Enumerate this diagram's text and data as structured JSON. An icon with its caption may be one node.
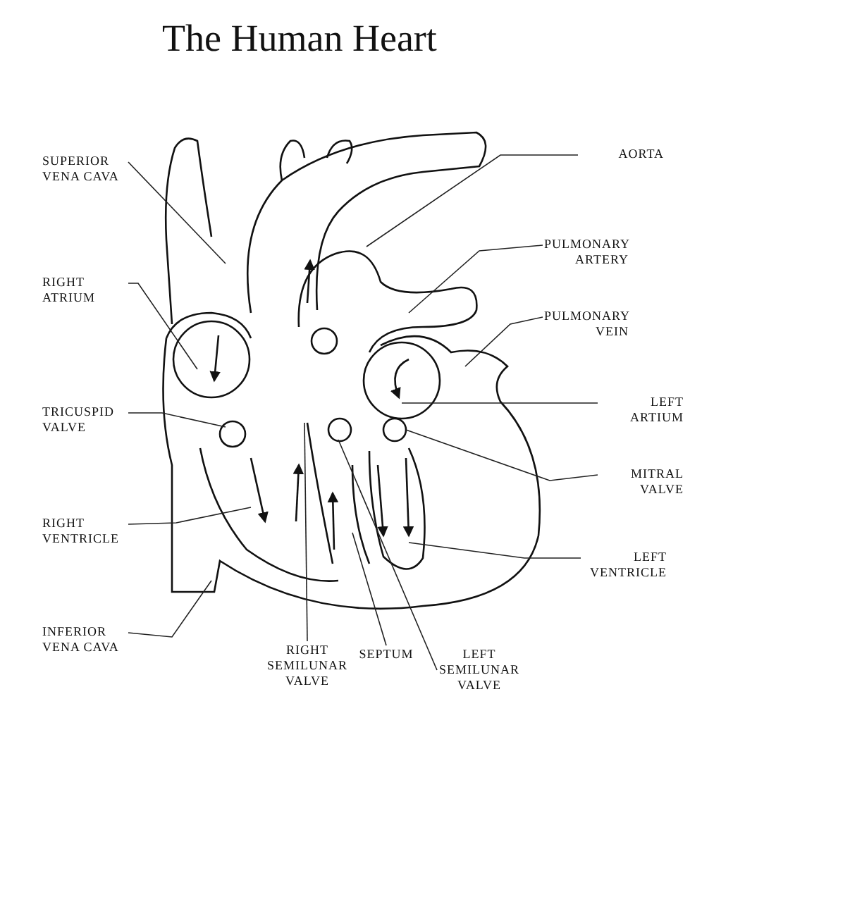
{
  "diagram": {
    "title": "The Human Heart",
    "nodes": [
      {
        "text": [
          "SUPERIOR VENA CAVA"
        ]
      },
      {
        "text": [
          "AORTA"
        ]
      },
      {
        "text": [
          "PULMONARY ARTERY"
        ]
      },
      {
        "text": [
          "RIGHT ATRIUM"
        ]
      },
      {
        "text": [
          "PULMONARY VEIN"
        ]
      },
      {
        "text": [
          "TRICUSPID VALVE"
        ]
      },
      {
        "text": [
          "LEFT ARTIUM"
        ]
      },
      {
        "text": [
          "MITRAL VALVE"
        ]
      },
      {
        "text": [
          "RIGHT VENTRICLE"
        ]
      },
      {
        "text": [
          "LEFT VENTRICLE"
        ]
      },
      {
        "text": [
          "INFERIOR VENA CAVA"
        ]
      },
      {
        "text": [
          "RIGHT SEMILUNAR VALVE"
        ]
      },
      {
        "text": [
          "SEPTUM"
        ]
      },
      {
        "text": [
          "LEFT SEMILUNAR VALVE"
        ]
      }
    ],
    "edges": [
      {
        "from": 0,
        "to": null,
        "arrow": "none"
      },
      {
        "from": 1,
        "to": null,
        "arrow": "none"
      },
      {
        "from": 2,
        "to": null,
        "arrow": "none"
      },
      {
        "from": 3,
        "to": null,
        "arrow": "none"
      },
      {
        "from": 4,
        "to": null,
        "arrow": "none"
      },
      {
        "from": 5,
        "to": null,
        "arrow": "none"
      },
      {
        "from": 6,
        "to": null,
        "arrow": "none"
      },
      {
        "from": 7,
        "to": null,
        "arrow": "none"
      },
      {
        "from": 8,
        "to": null,
        "arrow": "none"
      },
      {
        "from": 9,
        "to": null,
        "arrow": "none"
      },
      {
        "from": 10,
        "to": null,
        "arrow": "none"
      },
      {
        "from": 11,
        "to": null,
        "arrow": "none"
      },
      {
        "from": 12,
        "to": null,
        "arrow": "none"
      },
      {
        "from": 13,
        "to": null,
        "arrow": "none"
      }
    ]
  }
}
